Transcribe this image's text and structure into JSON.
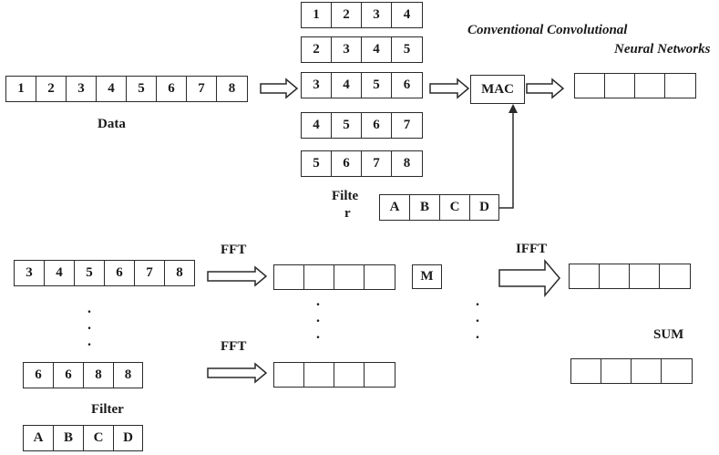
{
  "top": {
    "title_line1": "Conventional Convolutional",
    "title_line2": "Neural Networks",
    "data_row": [
      "1",
      "2",
      "3",
      "4",
      "5",
      "6",
      "7",
      "8"
    ],
    "data_label": "Data",
    "windows": [
      [
        "1",
        "2",
        "3",
        "4"
      ],
      [
        "2",
        "3",
        "4",
        "5"
      ],
      [
        "3",
        "4",
        "5",
        "6"
      ],
      [
        "4",
        "5",
        "6",
        "7"
      ],
      [
        "5",
        "6",
        "7",
        "8"
      ]
    ],
    "mac_label": "MAC",
    "filter_label_a": "Filte",
    "filter_label_b": "r",
    "filter_row": [
      "A",
      "B",
      "C",
      "D"
    ]
  },
  "bottom": {
    "fft_label_1": "FFT",
    "fft_label_2": "FFT",
    "ifft_label": "IFFT",
    "m_label": "M",
    "sum_label": "SUM",
    "filter_label": "Filter",
    "input_row_1": [
      "3",
      "4",
      "5",
      "6",
      "7",
      "8"
    ],
    "input_row_2": [
      "6",
      "6",
      "8",
      "8"
    ],
    "filter_row": [
      "A",
      "B",
      "C",
      "D"
    ],
    "dots": "."
  }
}
